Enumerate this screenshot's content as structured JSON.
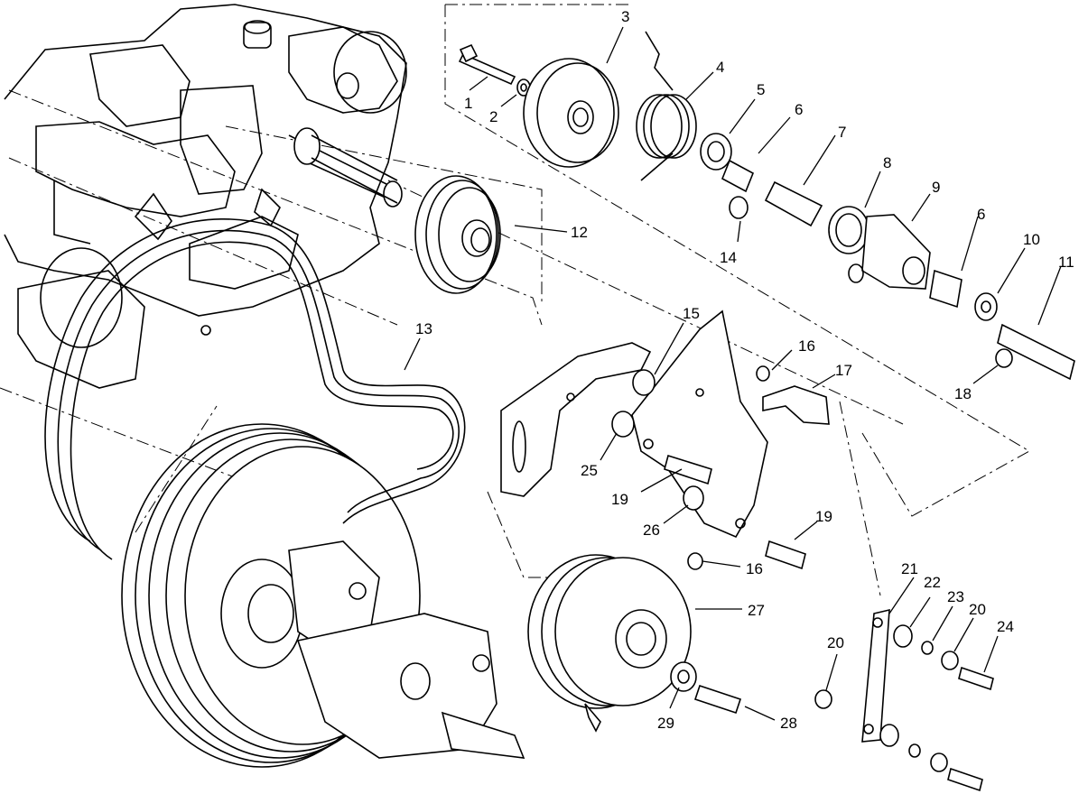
{
  "diagram": {
    "callouts": [
      "1",
      "2",
      "3",
      "4",
      "5",
      "6",
      "7",
      "8",
      "9",
      "6",
      "10",
      "11",
      "12",
      "13",
      "14",
      "15",
      "16",
      "17",
      "18",
      "25",
      "19",
      "26",
      "19",
      "16",
      "27",
      "21",
      "22",
      "23",
      "20",
      "24",
      "20",
      "29",
      "28"
    ]
  }
}
